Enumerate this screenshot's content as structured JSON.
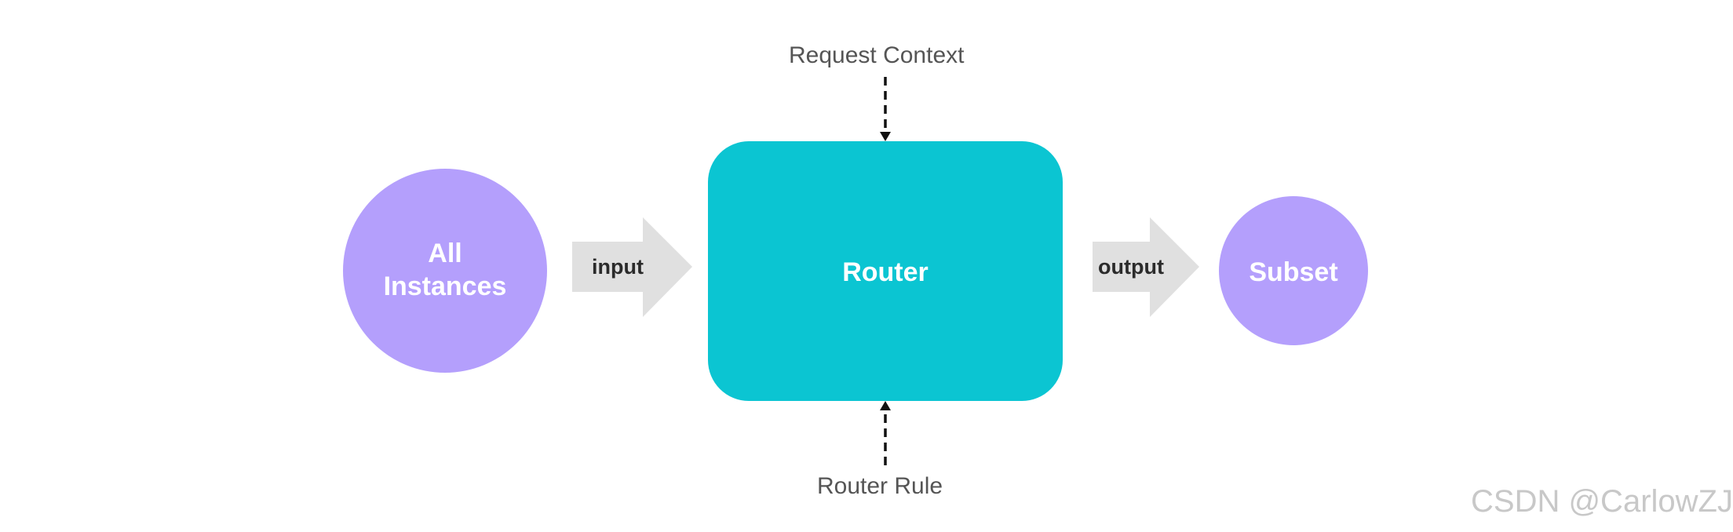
{
  "nodes": {
    "all_instances": {
      "line1": "All",
      "line2": "Instances"
    },
    "router": {
      "label": "Router"
    },
    "subset": {
      "label": "Subset"
    }
  },
  "arrows": {
    "input": {
      "label": "input"
    },
    "output": {
      "label": "output"
    }
  },
  "inputs": {
    "request_context": "Request Context",
    "router_rule": "Router Rule"
  },
  "watermark": "CSDN @CarlowZJ",
  "colors": {
    "instances_fill": "#b49ffc",
    "router_fill": "#0bc5d2",
    "arrow_fill": "#e0e0e0",
    "dashed_line": "#111111",
    "text_light": "#ffffff",
    "label_text": "#555555"
  }
}
